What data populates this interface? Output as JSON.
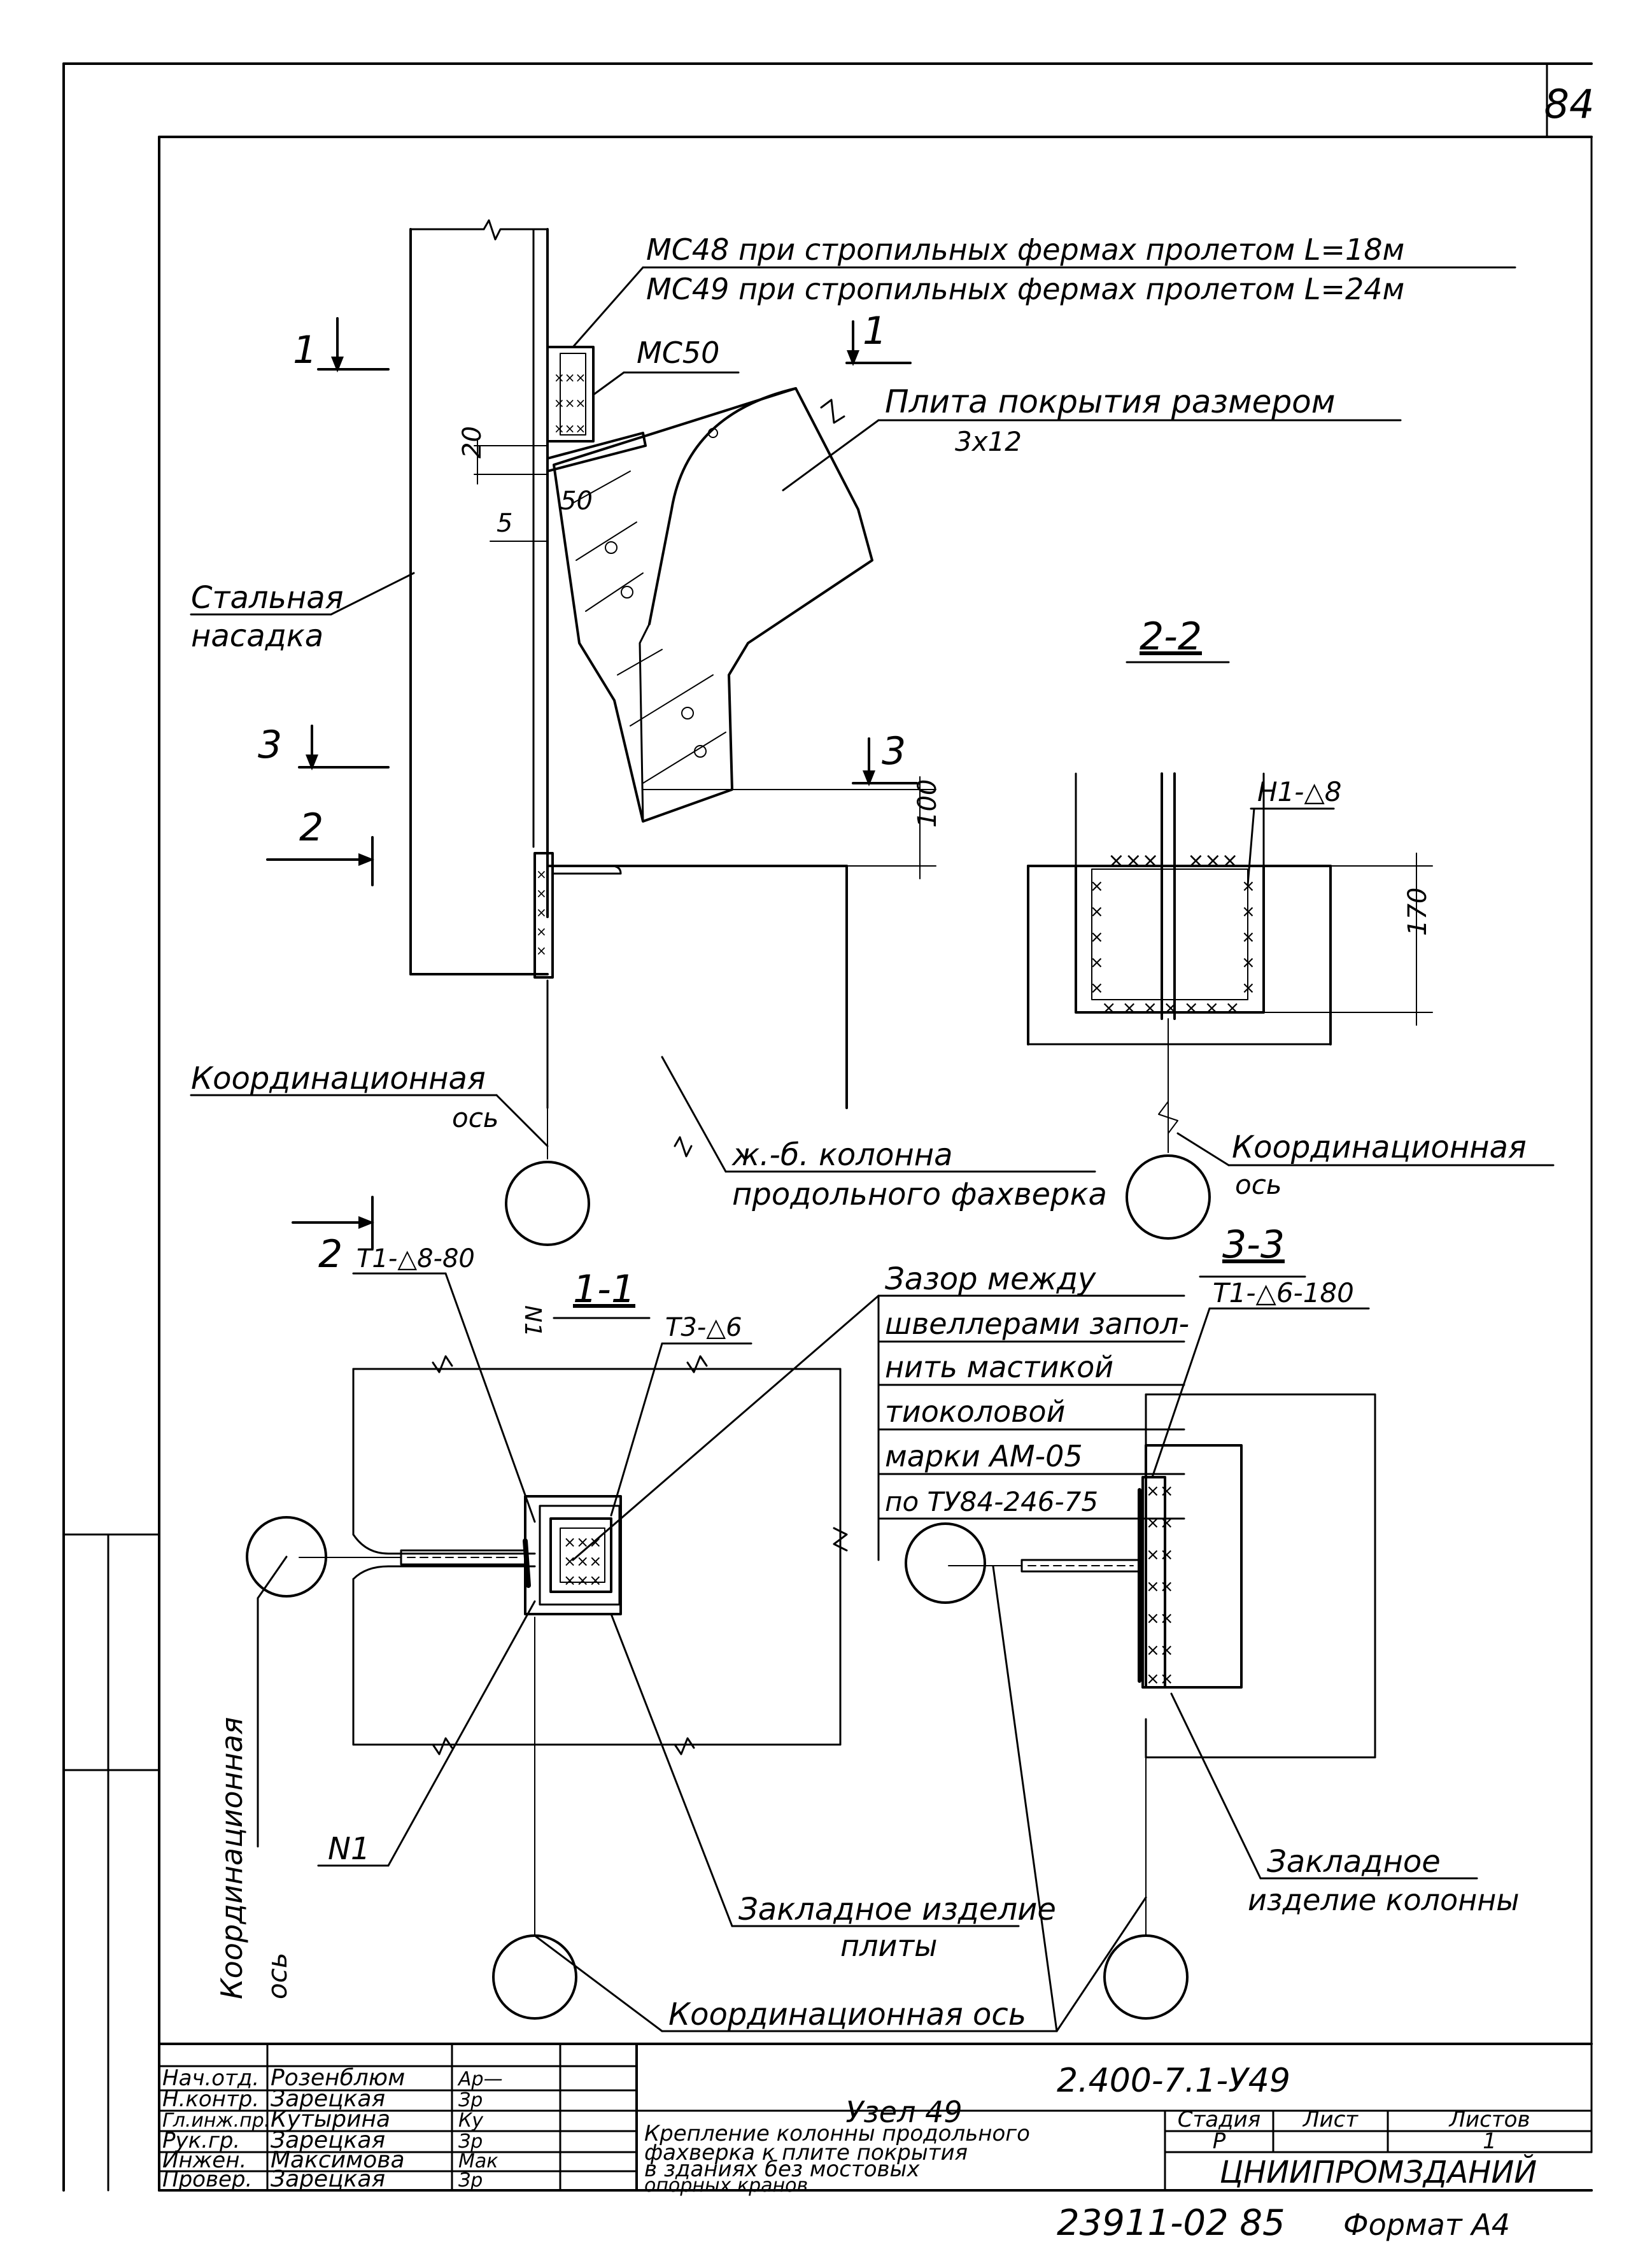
{
  "sheet": {
    "page_number": "84",
    "doc_code": "2.400-7.1-У49",
    "archive_number": "23911-02 85",
    "format_label": "Формат А4"
  },
  "drawing": {
    "section_1_1_title": "1-1",
    "section_2_2_title": "2-2",
    "section_3_3_title": "3-3",
    "cut_mark_1": "1",
    "cut_mark_2": "2",
    "cut_mark_3": "3",
    "label_mc48": "МС48 при стропильных фермах пролетом L=18м",
    "label_mc49": "МС49 при стропильных фермах пролетом L=24м",
    "label_mc50": "МС50",
    "label_slab_1": "Плита покрытия размером",
    "label_slab_2": "3х12",
    "label_cap_1": "Стальная",
    "label_cap_2": "насадка",
    "label_column_1": "ж.-б. колонна",
    "label_column_2": "продольного фахверка",
    "label_coord_axis_1": "Координационная",
    "label_coord_axis_2": "ось",
    "label_coord_axis_full": "Координационная ось",
    "label_gap_1": "Зазор между",
    "label_gap_2": "швеллерами запол-",
    "label_gap_3": "нить мастикой",
    "label_gap_4": "тиоколовой",
    "label_gap_5": "марки АМ-05",
    "label_gap_6": "по ТУ84-246-75",
    "label_embed_slab_1": "Закладное изделие",
    "label_embed_slab_2": "плиты",
    "label_embed_col_1": "Закладное",
    "label_embed_col_2": "изделие колонны",
    "weld_t1_8_80": "Т1-△8-80",
    "weld_t3_6": "Т3-△6",
    "weld_h1_8": "Н1-△8",
    "weld_t1_6_180": "Т1-△6-180",
    "mark_n1": "N1",
    "dim_20": "20",
    "dim_50": "50",
    "dim_5": "5",
    "dim_100": "100",
    "dim_170": "170"
  },
  "title_block": {
    "title_1": "Узел 49",
    "title_2": "Крепление колонны продольного",
    "title_3": "фахверка к плите покрытия",
    "title_4": "в зданиях без мостовых",
    "title_5": "опорных кранов",
    "stage_header": "Стадия",
    "sheet_header": "Лист",
    "sheets_header": "Листов",
    "stage_value": "Р",
    "sheets_value": "1",
    "organization": "ЦНИИПРОМЗДАНИЙ",
    "staff": [
      {
        "role": "Нач.отд.",
        "name": "Розенблюм",
        "sign": "Ар—"
      },
      {
        "role": "Н.контр.",
        "name": "Зарецкая",
        "sign": "Зр"
      },
      {
        "role": "Гл.инж.пр.",
        "name": "Кутырина",
        "sign": "Ку"
      },
      {
        "role": "Рук.гр.",
        "name": "Зарецкая",
        "sign": "Зр"
      },
      {
        "role": "Инжен.",
        "name": "Максимова",
        "sign": "Мак"
      },
      {
        "role": "Провер.",
        "name": "Зарецкая",
        "sign": "Зр"
      }
    ]
  }
}
